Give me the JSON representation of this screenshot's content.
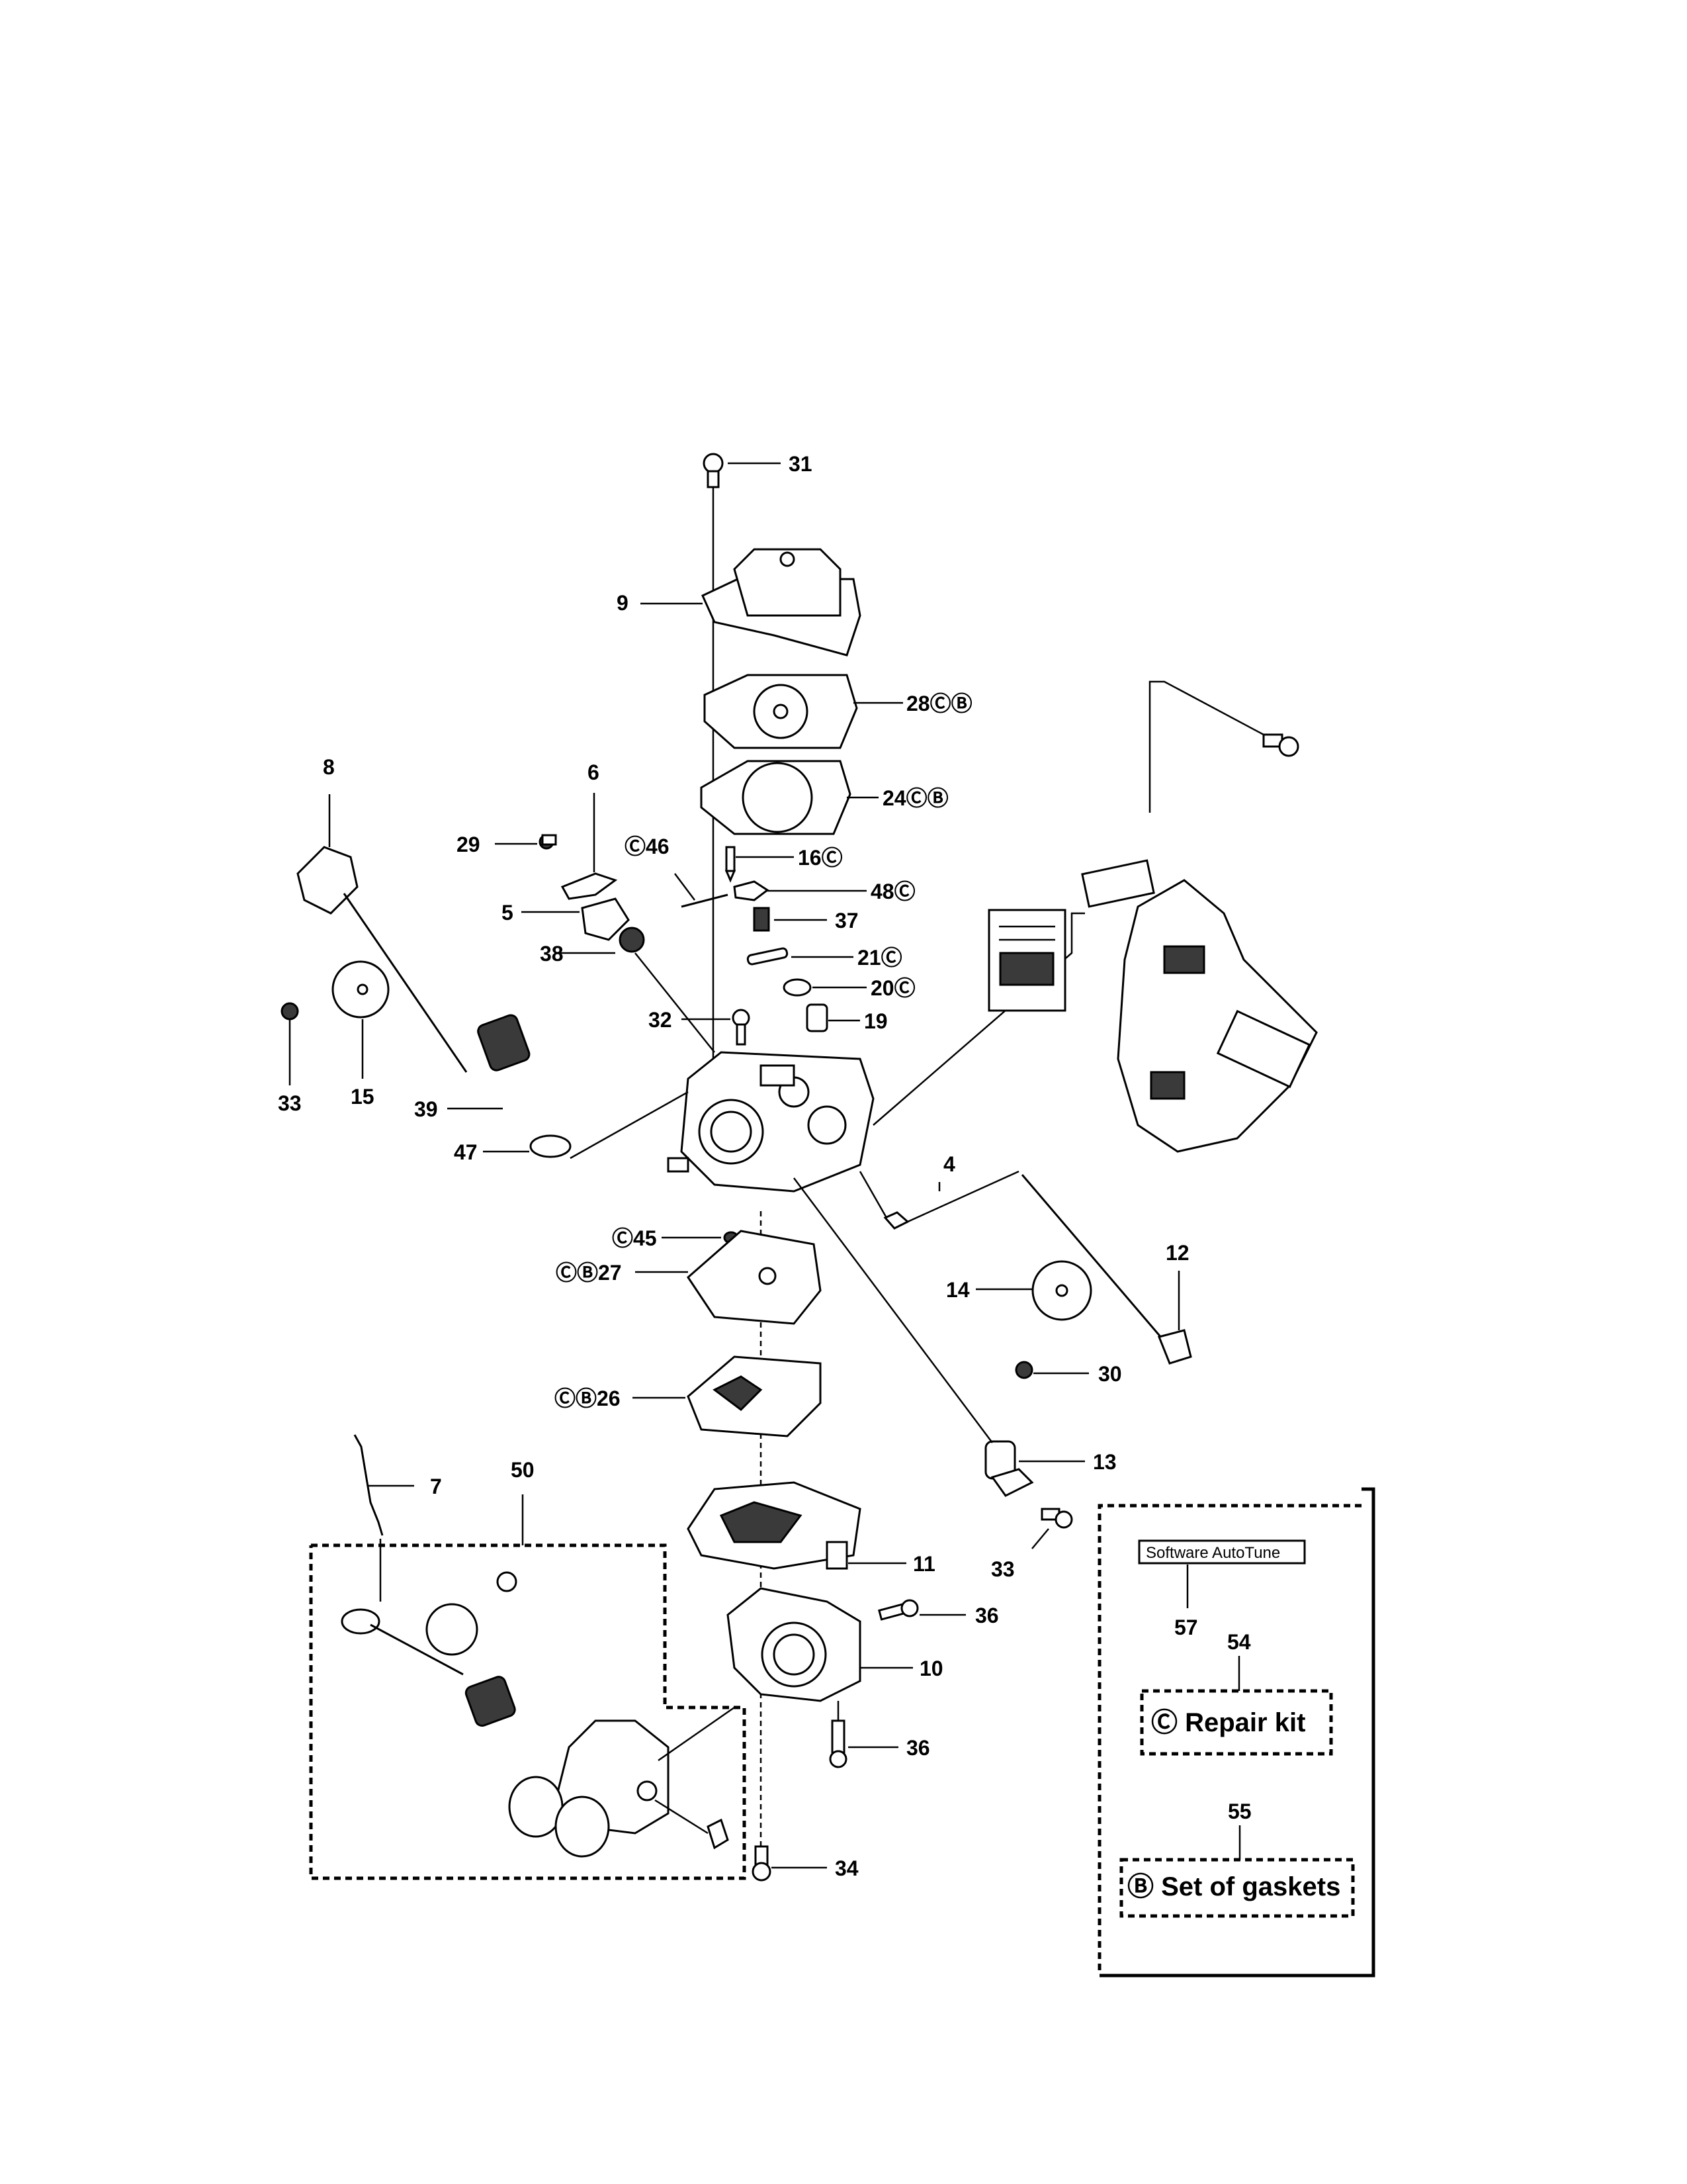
{
  "callouts": {
    "c31": "31",
    "c9": "9",
    "c28": "28ⒸⒷ",
    "c24": "24ⒸⒷ",
    "c16": "16Ⓒ",
    "c46": "Ⓒ46",
    "c48": "48Ⓒ",
    "c37": "37",
    "c21": "21Ⓒ",
    "c20": "20Ⓒ",
    "c19": "19",
    "c32": "32",
    "c8": "8",
    "c6": "6",
    "c29": "29",
    "c5": "5",
    "c38": "38",
    "c33a": "33",
    "c15": "15",
    "c39": "39",
    "c47": "47",
    "c4": "4",
    "c12": "12",
    "c14": "14",
    "c30": "30",
    "c45": "Ⓒ45",
    "c27": "ⒸⒷ27",
    "c26": "ⒸⒷ26",
    "c7": "7",
    "c50": "50",
    "c13": "13",
    "c33b": "33",
    "c11": "11",
    "c36a": "36",
    "c10": "10",
    "c36b": "36",
    "c34": "34",
    "c57": "57",
    "c54": "54",
    "c55": "55"
  },
  "kit_box": {
    "software_label": "Software AutoTune",
    "repair_kit": "Ⓒ Repair kit",
    "gasket_set": "Ⓑ Set of gaskets"
  }
}
